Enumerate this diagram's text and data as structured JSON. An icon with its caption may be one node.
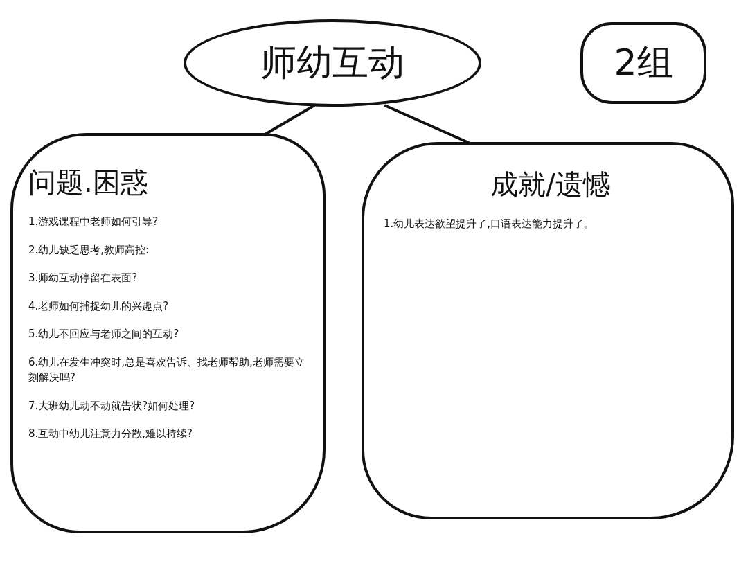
{
  "diagram": {
    "nodes": [
      {
        "text": [
          "师幼互动"
        ]
      },
      {
        "text": [
          "2组"
        ]
      },
      {
        "text": [
          "问题.困惑",
          "1.游戏课程中老师如何引导?",
          "2.幼儿缺乏思考,教师高控:",
          "3.师幼互动停留在表面?",
          "4.老师如何捕捉幼儿的兴趣点?",
          "5.幼儿不回应与老师之间的互动?",
          "6.幼儿在发生冲突时,总是喜欢告诉、找老师帮助,老师需要立刻解决吗?",
          "7.大班幼儿动不动就告状?如何处理?",
          "8.互动中幼儿注意力分散,难以持续?"
        ]
      },
      {
        "text": [
          "成就/遗憾",
          "1.幼儿表达欲望提升了,口语表达能力提升了。"
        ]
      }
    ],
    "edges": [
      {
        "from": 0,
        "to": 2,
        "arrow": "none"
      },
      {
        "from": 0,
        "to": 3,
        "arrow": "none"
      }
    ]
  }
}
